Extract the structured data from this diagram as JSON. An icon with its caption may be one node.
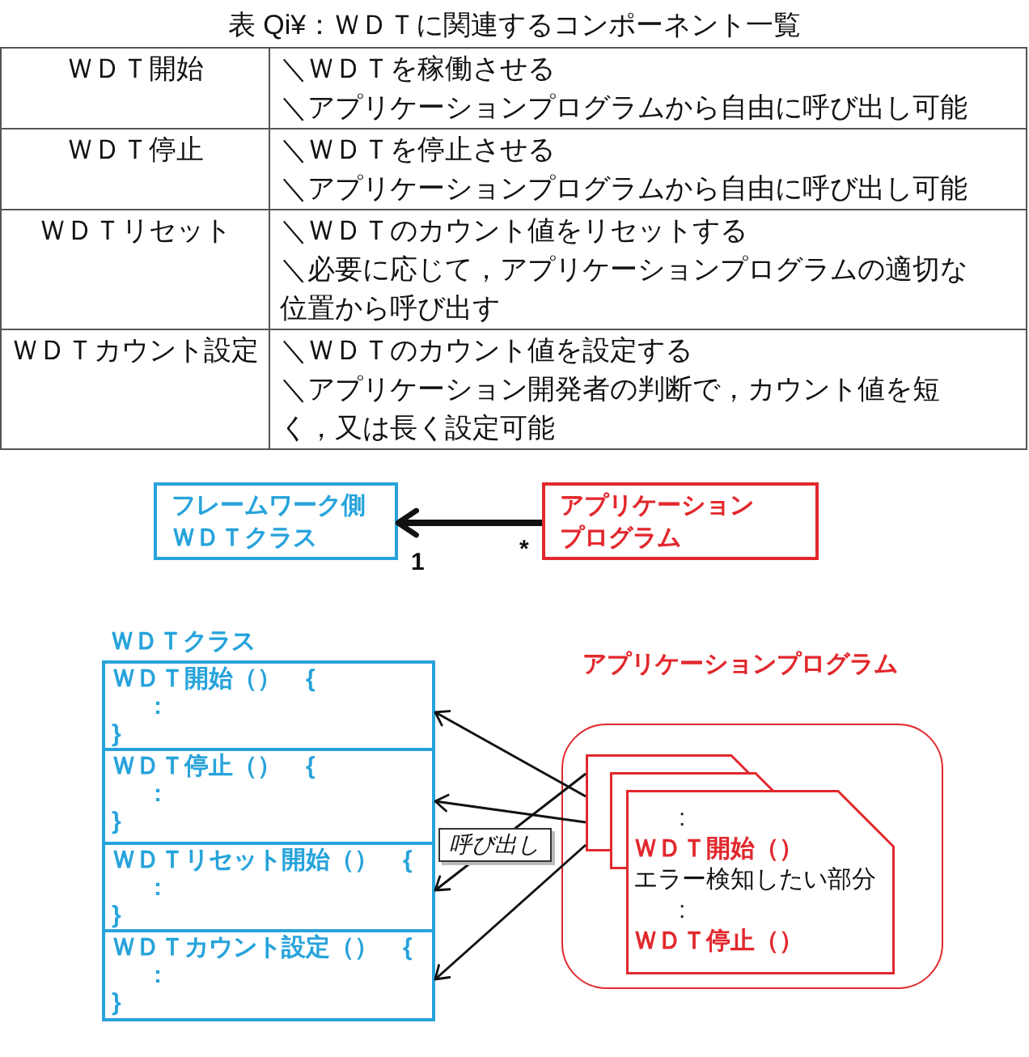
{
  "diagram": {
    "title": "表 Qi¥：ＷＤＴに関連するコンポーネント一覧",
    "nodes": [
      {
        "text": [
          "フレームワーク側ＷＤＴクラス"
        ]
      },
      {
        "text": [
          "アプリケーションプログラム"
        ]
      },
      {
        "text": [
          "ＷＤＴクラス"
        ]
      },
      {
        "text": [
          "ＷＤＴ開始（）　{",
          ":",
          "}"
        ],
        "in": 2
      },
      {
        "text": [
          "ＷＤＴ停止（）　{",
          ":",
          "}"
        ],
        "in": 2
      },
      {
        "text": [
          "ＷＤＴリセット開始（）　{",
          ":",
          "}"
        ],
        "in": 2
      },
      {
        "text": [
          "ＷＤＴカウント設定（）　{",
          ":",
          "}"
        ],
        "in": 2
      },
      {
        "text": [
          "アプリケーションプログラム"
        ]
      },
      {
        "text": [
          ":",
          "ＷＤＴ開始（）",
          "エラー検知したい部分",
          ":",
          "ＷＤＴ停止（）"
        ],
        "in": 7
      }
    ],
    "edges": [
      {
        "from": 1,
        "to": 0,
        "arrow": "to",
        "style": "thick"
      },
      {
        "from": 8,
        "to": 3,
        "arrow": "to"
      },
      {
        "from": 8,
        "to": 4,
        "arrow": "to"
      },
      {
        "from": 8,
        "to": 5,
        "arrow": "to",
        "label": "呼び出し"
      },
      {
        "from": 8,
        "to": 6,
        "arrow": "to"
      }
    ],
    "labels": [
      "ＷＤＴ開始",
      "＼ＷＤＴを稼働させる",
      "＼アプリケーションプログラムから自由に呼び出し可能",
      "ＷＤＴ停止",
      "＼ＷＤＴを停止させる",
      "＼アプリケーションプログラムから自由に呼び出し可能",
      "ＷＤＴリセット",
      "＼ＷＤＴのカウント値をリセットする",
      "＼必要に応じて，アプリケーションプログラムの適切な位置から呼び出す",
      "ＷＤＴカウント設定",
      "＼ＷＤＴのカウント値を設定する",
      "＼アプリケーション開発者の判断で，カウント値を短く，又は長く設定可能",
      "1",
      "*"
    ]
  }
}
